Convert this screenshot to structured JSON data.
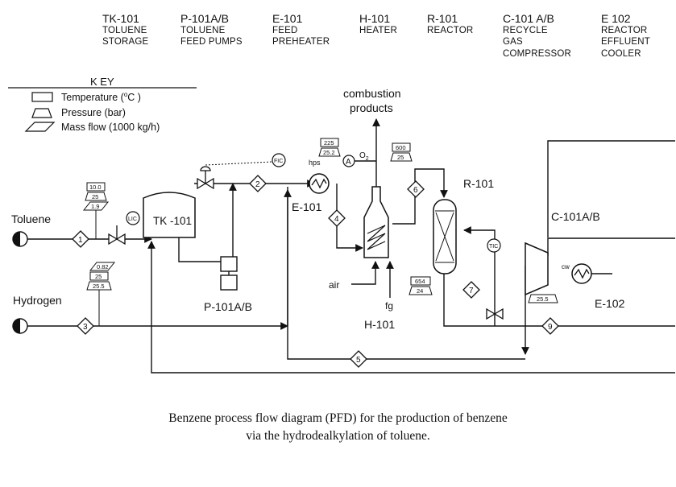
{
  "equipment": [
    {
      "tag": "TK-101",
      "lines": [
        "TOLUENE",
        "STORAGE"
      ]
    },
    {
      "tag": "P-101A/B",
      "lines": [
        "TOLUENE",
        "FEED PUMPS"
      ]
    },
    {
      "tag": "E-101",
      "lines": [
        "FEED",
        "PREHEATER"
      ]
    },
    {
      "tag": "H-101",
      "lines": [
        "HEATER"
      ]
    },
    {
      "tag": "R-101",
      "lines": [
        "REACTOR"
      ]
    },
    {
      "tag": "C-101 A/B",
      "lines": [
        "RECYCLE",
        "GAS",
        "COMPRESSOR"
      ]
    },
    {
      "tag": "E 102",
      "lines": [
        "REACTOR",
        "EFFLUENT",
        "COOLER"
      ]
    }
  ],
  "key": {
    "title": "K EY",
    "temperature_label": "Temperature (",
    "temperature_unit_sup": "o",
    "temperature_unit": "C )",
    "pressure_label": "Pressure (bar)",
    "massflow_label": "Mass flow  (1000 kg/h)"
  },
  "labels": {
    "toluene": "Toluene",
    "hydrogen": "Hydrogen",
    "tk101": "TK -101",
    "p101": "P-101A/B",
    "e101": "E-101",
    "h101": "H-101",
    "r101": "R-101",
    "c101": "C-101A/B",
    "e102": "E-102",
    "combustion_1": "combustion",
    "combustion_2": "products",
    "air": "air",
    "fg": "fg",
    "hps": "hps",
    "o2_main": "O",
    "o2_sub": "2",
    "cw": "cw"
  },
  "instruments": {
    "fic": "FIC",
    "lic": "LIC",
    "tic": "TIC",
    "analyzer": "A"
  },
  "streams": [
    "1",
    "2",
    "3",
    "4",
    "5",
    "6",
    "7",
    "9"
  ],
  "readings": {
    "feed_temp": "10.0",
    "feed_pressure": "25",
    "feed_flow": "1.9",
    "h2_temp": "0.82",
    "h2_pressure": "25",
    "h2_flow": "25.5",
    "e101_temp": "225",
    "e101_pressure": "25.2",
    "heater_temp": "600",
    "heater_pressure": "25",
    "reactor_temp": "654",
    "reactor_pressure": "24",
    "compressor_pressure": "25.5"
  },
  "caption": {
    "line1": "Benzene process flow diagram (PFD) for the production of benzene",
    "line2": "via the hydrodealkylation of toluene."
  }
}
